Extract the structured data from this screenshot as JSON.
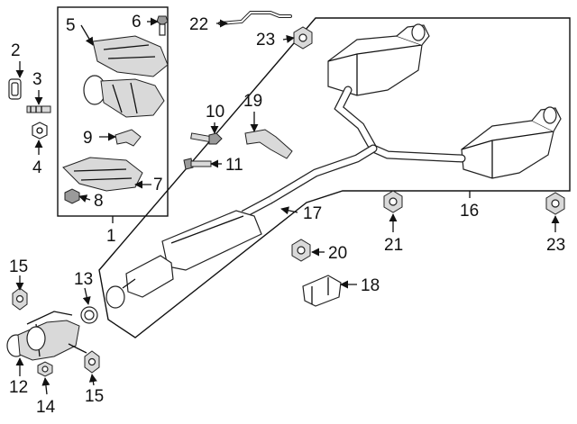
{
  "diagram": {
    "labels": {
      "p1": "1",
      "p2": "2",
      "p3": "3",
      "p4": "4",
      "p5": "5",
      "p6": "6",
      "p7": "7",
      "p8": "8",
      "p9": "9",
      "p10": "10",
      "p11": "11",
      "p12": "12",
      "p13": "13",
      "p14": "14",
      "p15a": "15",
      "p15b": "15",
      "p16": "16",
      "p17": "17",
      "p18": "18",
      "p19": "19",
      "p20": "20",
      "p21": "21",
      "p22": "22",
      "p23a": "23",
      "p23b": "23"
    }
  }
}
